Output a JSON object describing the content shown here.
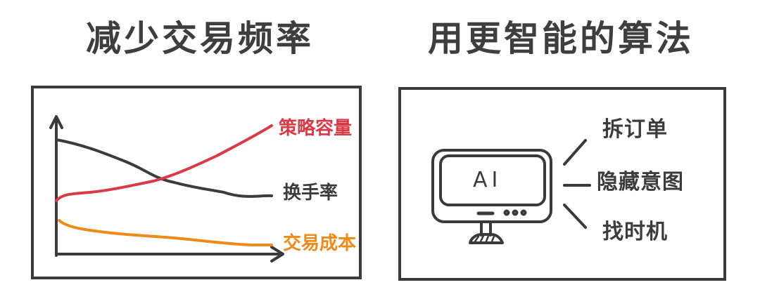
{
  "left_panel": {
    "title": "减少交易频率",
    "series_labels": {
      "strategy_capacity": "策略容量",
      "turnover_rate": "换手率",
      "transaction_cost": "交易成本"
    },
    "colors": {
      "strategy_capacity": "#d93a46",
      "turnover_rate": "#3c3c3c",
      "transaction_cost": "#ef8a18",
      "axes": "#3a3a3a"
    }
  },
  "right_panel": {
    "title": "用更智能的算法",
    "monitor_text": "AI",
    "branches": [
      "拆订单",
      "隐藏意图",
      "找时机"
    ]
  },
  "chart_data": {
    "type": "line",
    "title": "减少交易频率",
    "xlabel": "",
    "ylabel": "",
    "grid": false,
    "legend_position": "right (inline labels at line ends)",
    "x": [
      0,
      1,
      2,
      3,
      4,
      5,
      6,
      7,
      8,
      9,
      10
    ],
    "series": [
      {
        "name": "策略容量",
        "color": "#d93a46",
        "trend": "increasing",
        "values": [
          2.2,
          2.9,
          3.1,
          3.4,
          3.8,
          4.5,
          5.3,
          6.2,
          7.1,
          8.0,
          8.9
        ]
      },
      {
        "name": "换手率",
        "color": "#3c3c3c",
        "trend": "decreasing",
        "values": [
          8.1,
          7.8,
          7.2,
          6.5,
          5.7,
          5.0,
          4.5,
          4.1,
          3.6,
          3.5,
          3.5
        ]
      },
      {
        "name": "交易成本",
        "color": "#ef8a18",
        "trend": "decreasing",
        "values": [
          1.6,
          1.3,
          1.1,
          1.0,
          0.9,
          0.8,
          0.7,
          0.6,
          0.5,
          0.4,
          0.4
        ]
      }
    ],
    "ylim": [
      0,
      10
    ]
  }
}
